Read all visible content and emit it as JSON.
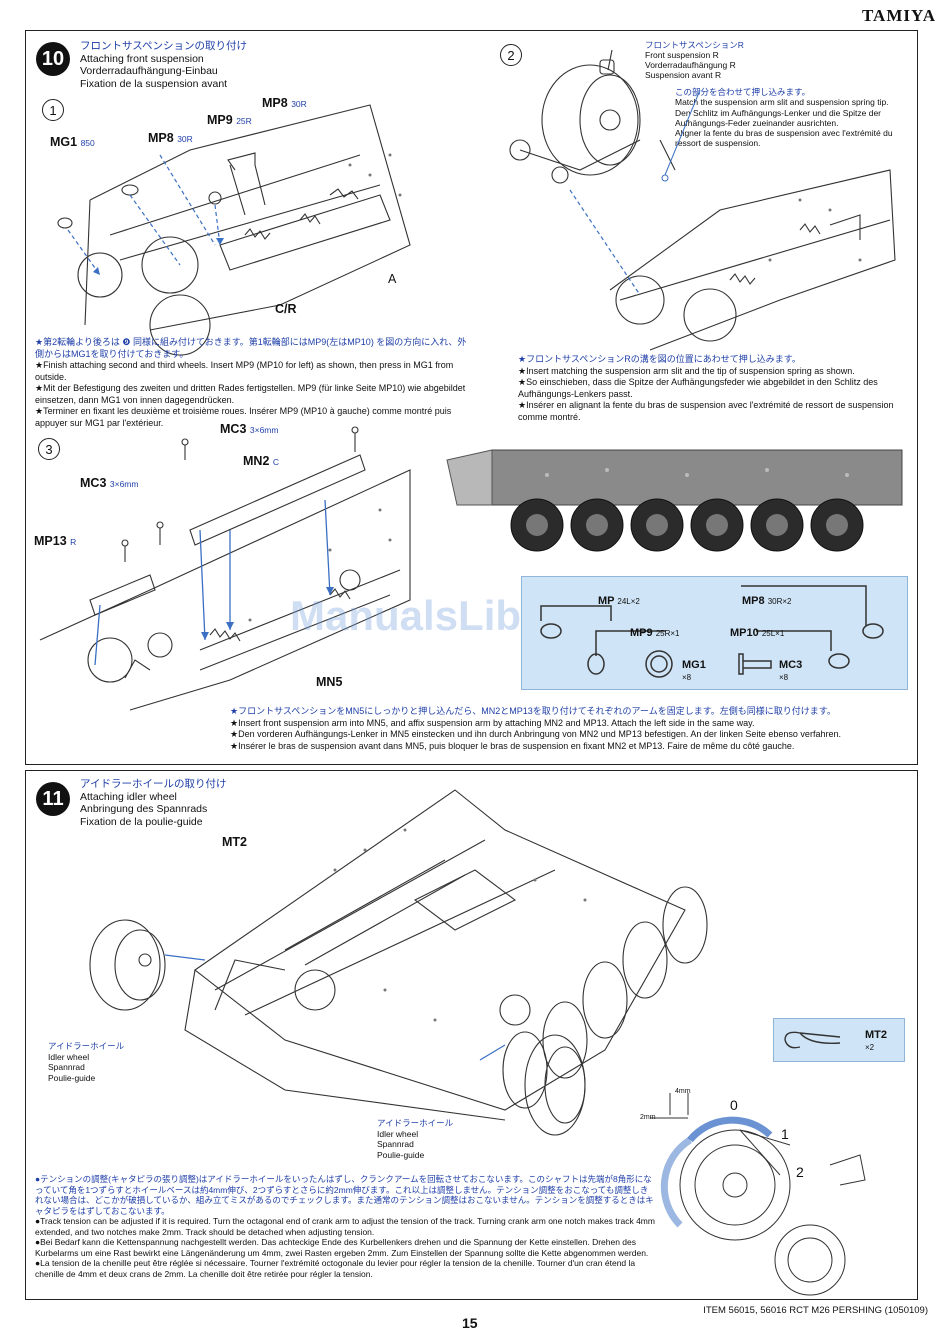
{
  "header": {
    "brand": "TAMIYA"
  },
  "step10": {
    "number": "10",
    "title_jp": "フロントサスペンションの取り付け",
    "title_en": "Attaching front suspension",
    "title_de": "Vorderradaufhängung-Einbau",
    "title_fr": "Fixation de la suspension avant",
    "sub1": {
      "marker": "1",
      "labels": {
        "mg1": "MG1",
        "mg1_n": "850",
        "mp8a": "MP8",
        "mp8a_n": "30R",
        "mp8b": "MP8",
        "mp8b_n": "30R",
        "mp9": "MP9",
        "mp9_n": "25R",
        "cr": "C/R",
        "a": "A"
      },
      "note_jp": "★第2転輪より後ろは ❾ 同様に組み付けておきます。第1転輪部にはMP9(左はMP10) を図の方向に入れ、外側からはMG1を取り付けておきます。",
      "note_en": "★Finish attaching second and third wheels. Insert MP9 (MP10 for left) as shown, then press in MG1 from outside.",
      "note_de": "★Mit der Befestigung des zweiten und dritten Rades fertigstellen. MP9 (für linke Seite MP10) wie abgebildet einsetzen, dann MG1 von innen dagegendrücken.",
      "note_fr": "★Terminer en fixant les deuxième et troisième roues. Insérer MP9 (MP10 à gauche) comme montré puis appuyer sur MG1 par l'extérieur."
    },
    "sub2": {
      "marker": "2",
      "label_jp": "フロントサスペンションR",
      "label_en": "Front suspension R",
      "label_de": "Vorderradaufhängung R",
      "label_fr": "Suspension avant R",
      "callout_jp": "この部分を合わせて押し込みます。",
      "callout_en": "Match the suspension arm slit and suspension spring tip.",
      "callout_de": "Den Schlitz im Aufhängungs-Lenker und die Spitze der Aufhängungs-Feder zueinander ausrichten.",
      "callout_fr": "Aligner la fente du bras de suspension avec l'extrémité du ressort de suspension.",
      "note_jp": "★フロントサスペンションRの溝を図の位置にあわせて押し込みます。",
      "note_en": "★Insert matching the suspension arm slit and the tip of suspension spring as shown.",
      "note_de": "★So einschieben, dass die Spitze der Aufhängungsfeder wie abgebildet in den Schlitz des Aufhängungs-Lenkers passt.",
      "note_fr": "★Insérer en alignant la fente du bras de suspension avec l'extrémité de ressort de suspension comme montré."
    },
    "sub3": {
      "marker": "3",
      "labels": {
        "mc3a": "MC3",
        "mc3a_n": "3×6mm",
        "mc3b": "MC3",
        "mc3b_n": "3×6mm",
        "mn2": "MN2",
        "mn2_n": "C",
        "mp13": "MP13",
        "mp13_n": "R",
        "mn5": "MN5"
      },
      "note_jp": "★フロントサスペンションをMN5にしっかりと押し込んだら、MN2とMP13を取り付けてそれぞれのアームを固定します。左側も同様に取り付けます。",
      "note_en": "★Insert front suspension arm into MN5, and affix suspension arm by attaching MN2 and MP13. Attach the left side in the same way.",
      "note_de": "★Den vorderen Aufhängungs-Lenker in MN5 einstecken und ihn durch Anbringung von MN2 und MP13 befestigen. An der linken Seite ebenso verfahren.",
      "note_fr": "★Insérer le bras de suspension avant dans MN5, puis bloquer le bras de suspension en fixant MN2 et MP13. Faire de même du côté gauche."
    },
    "parts": [
      {
        "name": "MP",
        "spec": "24L×2"
      },
      {
        "name": "MP8",
        "spec": "30R×2"
      },
      {
        "name": "MP9",
        "spec": "25R×1"
      },
      {
        "name": "MP10",
        "spec": "25L×1"
      },
      {
        "name": "MG1",
        "spec": "×8"
      },
      {
        "name": "MC3",
        "spec": "×8"
      }
    ],
    "watermark": "ManualsLib"
  },
  "step11": {
    "number": "11",
    "title_jp": "アイドラーホイールの取り付け",
    "title_en": "Attaching idler wheel",
    "title_de": "Anbringung des Spannrads",
    "title_fr": "Fixation de la poulie-guide",
    "mt2_label": "MT2",
    "idler_left": {
      "jp": "アイドラーホイール",
      "en": "Idler wheel",
      "de": "Spannrad",
      "fr": "Poulie-guide"
    },
    "idler_right": {
      "jp": "アイドラーホイール",
      "en": "Idler wheel",
      "de": "Spannrad",
      "fr": "Poulie-guide"
    },
    "parts": {
      "name": "MT2",
      "count": "×2"
    },
    "tension": {
      "d4": "4mm",
      "d2": "2mm",
      "p0": "0",
      "p1": "1",
      "p2": "2"
    },
    "note_jp": "●テンションの調整(キャタピラの張り調整)はアイドラーホイールをいったんはずし、クランクアームを回転させておこないます。このシャフトは先端が8角形になっていて角を1つずらすとホイールベースは約4mm伸び、2つずらすとさらに約2mm伸びます。これ以上は調整しません。テンション調整をおこなっても調整しきれない場合は、どこかが破損しているか、組み立てミスがあるのでチェックします。また通常のテンション調整はおこないません。テンションを調整するときはキャタピラをはずしておこないます。",
    "note_en": "●Track tension can be adjusted if it is required. Turn the octagonal end of crank arm to adjust the tension of the track. Turning crank arm one notch makes track 4mm extended, and two notches make 2mm. Track should be detached when adjusting tension.",
    "note_de": "●Bei Bedarf kann die Kettenspannung nachgestellt werden. Das achteckige Ende des Kurbellenkers drehen und die Spannung der Kette einstellen. Drehen des Kurbelarms um eine Rast bewirkt eine Längenänderung um 4mm, zwei Rasten ergeben 2mm. Zum Einstellen der Spannung sollte die Kette abgenommen werden.",
    "note_fr": "●La tension de la chenille peut être réglée si nécessaire. Tourner l'extrémité octogonale du levier pour régler la tension de la chenille. Tourner d'un cran étend la chenille de 4mm et deux crans de 2mm. La chenille doit être retirée pour régler la tension."
  },
  "footer": {
    "page": "15",
    "item": "ITEM 56015, 56016  RCT M26 PERSHING (1050109)"
  }
}
